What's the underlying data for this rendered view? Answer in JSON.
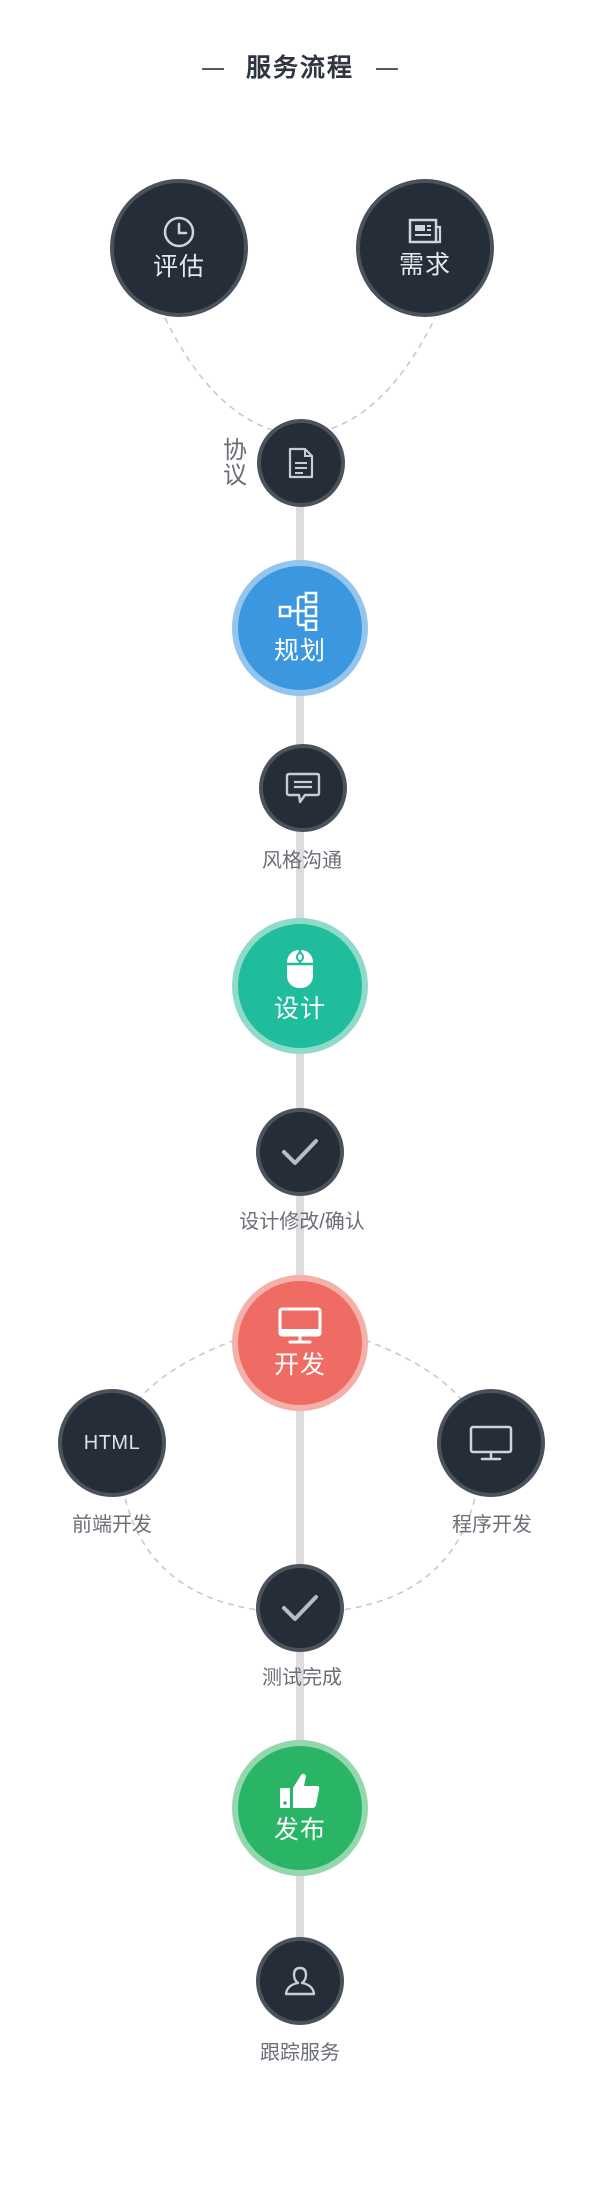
{
  "title": "服务流程",
  "colors": {
    "dark_node": "#242d38",
    "dark_ring": "#4b525c",
    "spine": "#dddddf",
    "dashed": "#c4c6ca",
    "blue": "#3b98e0",
    "teal": "#1fbd9c",
    "red": "#ee6c63",
    "green": "#2ab566"
  },
  "nodes": {
    "evaluate": {
      "label": "评估",
      "icon": "clock-icon"
    },
    "requirement": {
      "label": "需求",
      "icon": "news-icon"
    },
    "agreement": {
      "caption": "协议",
      "icon": "document-icon"
    },
    "planning": {
      "label": "规划",
      "icon": "sitemap-icon"
    },
    "style": {
      "caption": "风格沟通",
      "icon": "chat-bubble-icon"
    },
    "design": {
      "label": "设计",
      "icon": "mouse-icon"
    },
    "design_confirm": {
      "caption": "设计修改/确认",
      "icon": "check-icon"
    },
    "development": {
      "label": "开发",
      "icon": "monitor-icon"
    },
    "frontend": {
      "text": "HTML",
      "caption": "前端开发"
    },
    "backend": {
      "caption": "程序开发",
      "icon": "monitor-icon"
    },
    "test": {
      "caption": "测试完成",
      "icon": "check-icon"
    },
    "release": {
      "label": "发布",
      "icon": "thumbs-up-icon"
    },
    "tracking": {
      "caption": "跟踪服务",
      "icon": "user-icon"
    }
  }
}
